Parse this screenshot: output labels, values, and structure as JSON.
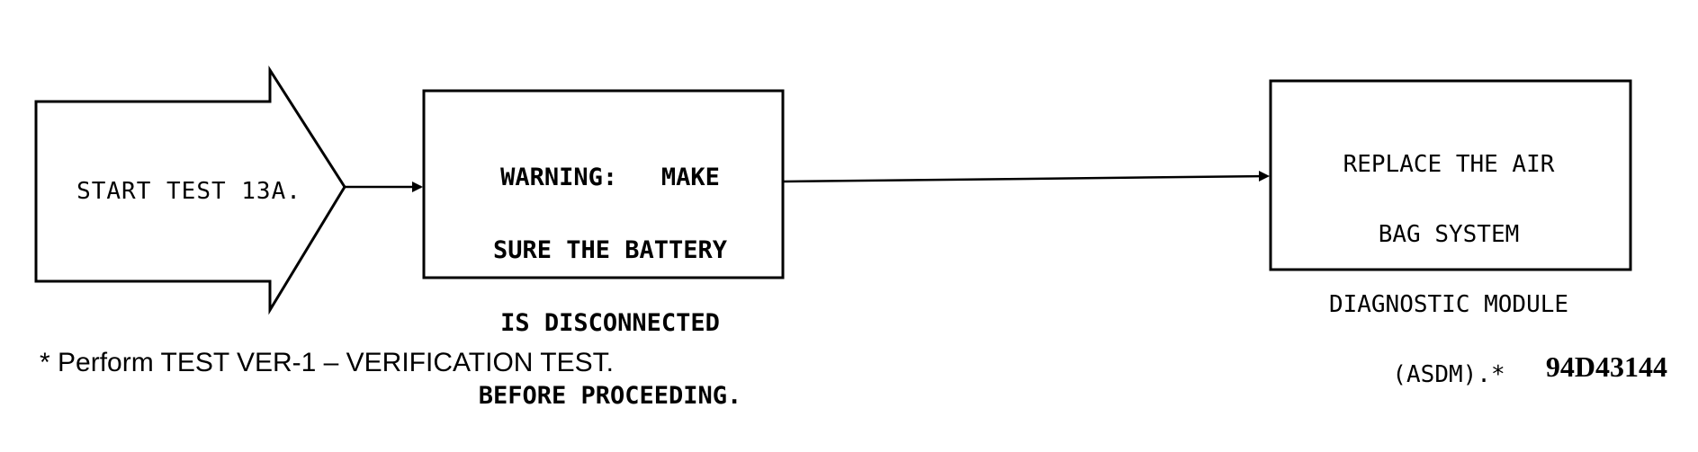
{
  "diagram": {
    "start": {
      "label": "START TEST 13A."
    },
    "warning": {
      "lines": [
        "WARNING:   MAKE",
        "SURE THE BATTERY",
        "IS DISCONNECTED",
        "BEFORE PROCEEDING."
      ]
    },
    "action": {
      "lines": [
        "REPLACE THE AIR",
        "BAG SYSTEM",
        "DIAGNOSTIC MODULE",
        "(ASDM).*"
      ]
    },
    "footnote": "* Perform TEST VER-1 – VERIFICATION TEST.",
    "figure_id": "94D43144"
  }
}
